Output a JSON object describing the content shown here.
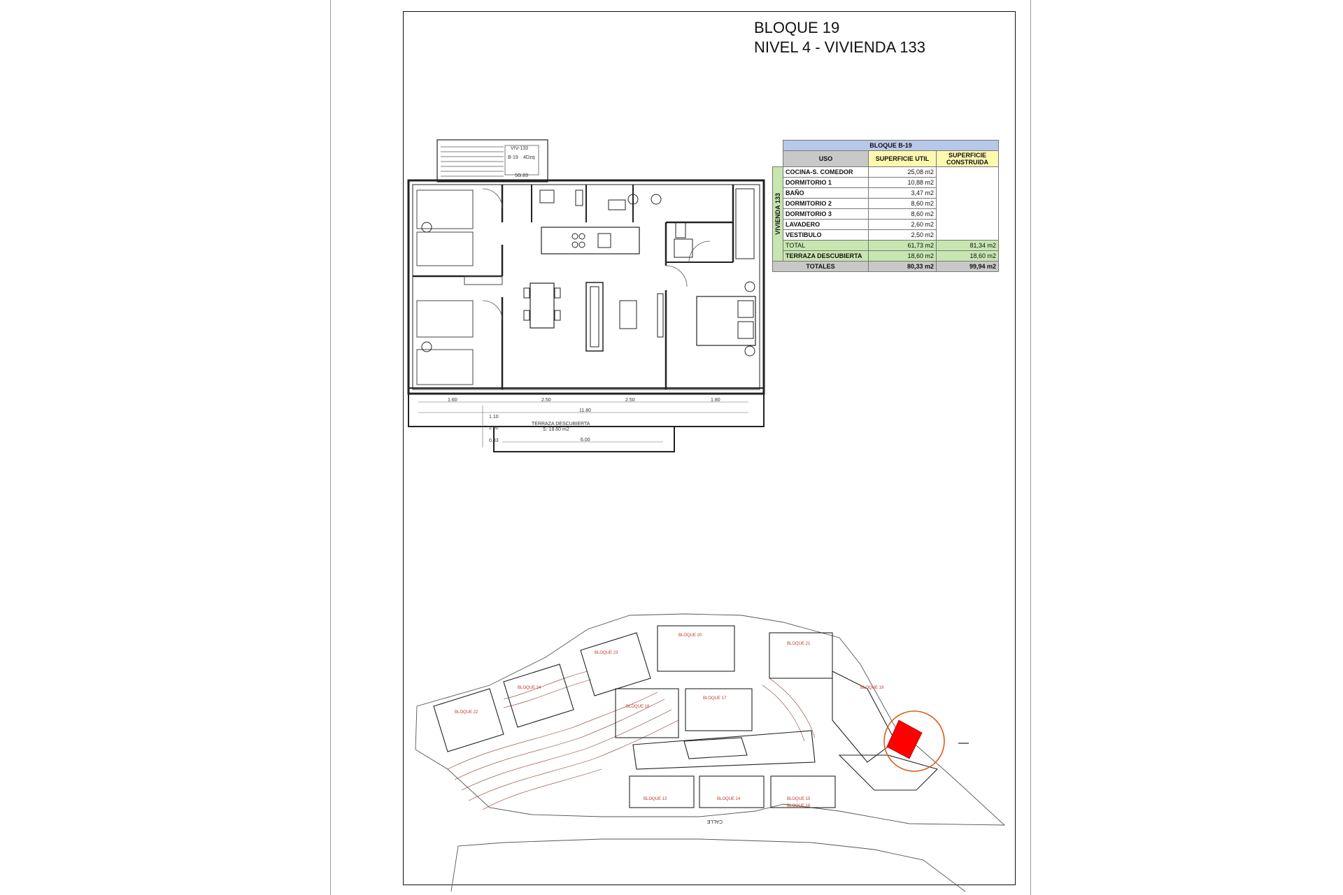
{
  "title": {
    "line1": "BLOQUE 19",
    "line2": "NIVEL 4 - VIVIENDA 133"
  },
  "plan": {
    "tag_id": "VIV-133",
    "tag_block": "B-19",
    "tag_type": "4Dzq",
    "tag_code": "5G.83",
    "dimensions": [
      "1.60",
      "2.50",
      "2.50",
      "1.80"
    ],
    "total_dim": "11.80",
    "bottom_dim": "6.00",
    "side_dims": [
      "1.10",
      "2.00",
      "0.83"
    ],
    "terrace_label": "TERRAZA DESCUBIERTA",
    "terrace_area": "S: 18.60 m2"
  },
  "area_table": {
    "block_header": "BLOQUE B-19",
    "col_use": "USO",
    "col_util": "SUPERFICIE UTIL",
    "col_built": "SUPERFICIE CONSTRUIDA",
    "unit_label": "VIVIENDA 133",
    "rows": [
      {
        "name": "COCINA-S. COMEDOR",
        "util": "25,08 m2"
      },
      {
        "name": "DORMITORIO 1",
        "util": "10,88 m2"
      },
      {
        "name": "BAÑO",
        "util": "3,47 m2"
      },
      {
        "name": "DORMITORIO 2",
        "util": "8,60 m2"
      },
      {
        "name": "DORMITORIO 3",
        "util": "8,60 m2"
      },
      {
        "name": "LAVADERO",
        "util": "2,60 m2"
      },
      {
        "name": "VESTIBULO",
        "util": "2,50 m2"
      }
    ],
    "total": {
      "name": "TOTAL",
      "util": "61,73 m2",
      "built": "81,34 m2"
    },
    "terrace": {
      "name": "TERRAZA DESCUBIERTA",
      "util": "18,60 m2",
      "built": "18,60 m2"
    },
    "totals": {
      "name": "TOTALES",
      "util": "80,33 m2",
      "built": "99,94 m2"
    }
  },
  "site_plan": {
    "blocks": [
      "BLOQUE 22",
      "BLOQUE 24",
      "BLOQUE 23",
      "BLOQUE 20",
      "BLOQUE 21",
      "BLOQUE 19",
      "BLOQUE 18",
      "BLOQUE 17",
      "BLOQUE 13",
      "BLOQUE 14",
      "BLOQUE 15",
      "BLOQUE 16"
    ],
    "street_label": "CALLE",
    "highlight_color": "#ff0000",
    "circle_color": "#e05a1a"
  }
}
